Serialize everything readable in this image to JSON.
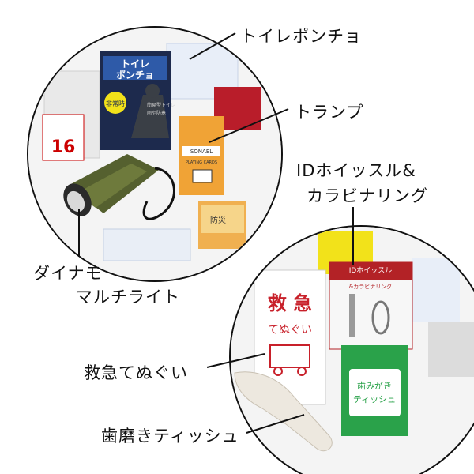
{
  "callouts": {
    "toilet_poncho": "トイレポンチョ",
    "playing_cards": "トランプ",
    "whistle_line1": "IDホイッスル&",
    "whistle_line2": "カラビナリング",
    "flashlight_line1": "ダイナモ",
    "flashlight_line2": "マルチライト",
    "towel": "救急てぬぐい",
    "tissue": "歯磨きティッシュ"
  },
  "products": {
    "poncho_title_line1": "トイレ",
    "poncho_title_line2": "ポンチョ",
    "poncho_badge": "非常時",
    "poncho_notes": [
      "簡易型トイレ",
      "雨や防寒"
    ],
    "package_number": "16",
    "cards_brand": "SONAEL",
    "cards_name": "PLAYING CARDS",
    "towel_title_line1": "救 急",
    "towel_title_line2": "てぬぐい",
    "whistle_pack_title": "IDホイッスル",
    "whistle_pack_sub": "&カラビナリング",
    "tissue_pack_title": "歯みがき",
    "tissue_pack_sub": "ティッシュ",
    "side_pack_text": "防災"
  },
  "colors": {
    "line": "#111111",
    "poncho_package": "#1d2a4d",
    "poncho_badge": "#f2e21a",
    "flashlight_body": "#55602f",
    "cards_box": "#f0a336",
    "towel_red": "#c8202a",
    "tissue_green": "#2aa24a",
    "whistle_pack_red": "#b32226"
  },
  "icons": [
    "flashlight-icon",
    "poncho-icon",
    "cards-icon",
    "towel-icon",
    "whistle-icon",
    "tissue-icon",
    "glove-icon"
  ]
}
